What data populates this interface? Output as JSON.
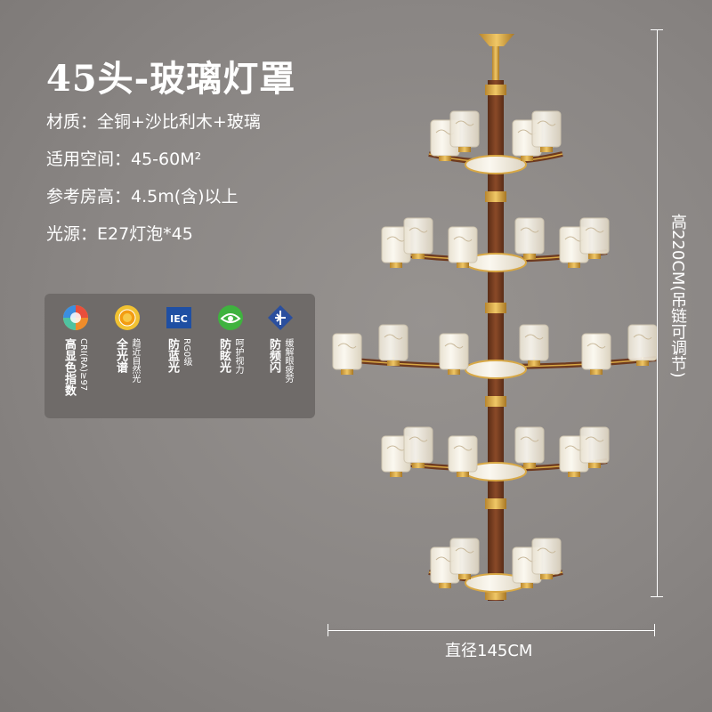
{
  "title": "45头-玻璃灯罩",
  "specs": [
    "材质：全铜+沙比利木+玻璃",
    "适用空间：45-60M²",
    "参考房高：4.5m(含)以上",
    "光源：E27灯泡*45"
  ],
  "features": [
    {
      "icon": "cri-color-icon",
      "main": "高显色指数",
      "sub": "CRI(RA)≥97"
    },
    {
      "icon": "sun-icon",
      "main": "全光谱",
      "sub": "趋近自然光"
    },
    {
      "icon": "iec-badge-icon",
      "main": "防蓝光",
      "sub": "RG0级",
      "icon_text": "IEC"
    },
    {
      "icon": "eye-icon",
      "main": "防眩光",
      "sub": "呵护视力"
    },
    {
      "icon": "flicker-icon",
      "main": "防频闪",
      "sub": "缓解眼疲劳"
    }
  ],
  "dimensions": {
    "height_label": "高220CM(吊链可调节)",
    "width_label": "直径145CM"
  },
  "colors": {
    "background": "#8a8684",
    "panel": "#6f6b69",
    "wood": "#7a3f22",
    "brass": "#d8a845",
    "glass": "#f5f0e6"
  }
}
